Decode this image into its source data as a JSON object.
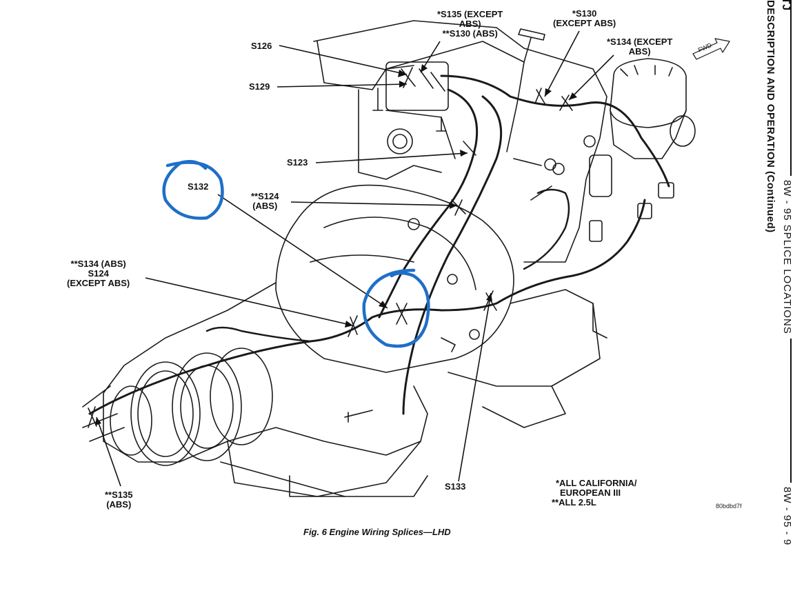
{
  "figure": {
    "caption": "Fig. 6 Engine Wiring Splices—LHD",
    "image_id_label": "80bdbd7f",
    "fwd_arrow_label": "FWD"
  },
  "callouts": {
    "s135_top": [
      "*S135 (EXCEPT",
      "ABS)",
      "**S130 (ABS)"
    ],
    "s130": [
      "*S130",
      "(EXCEPT ABS)"
    ],
    "s134_except": [
      "*S134 (EXCEPT",
      "ABS)"
    ],
    "s126": [
      "S126"
    ],
    "s129": [
      "S129"
    ],
    "s123": [
      "S123"
    ],
    "s132": [
      "S132"
    ],
    "s124_abs": [
      "**S124",
      "(ABS)"
    ],
    "s134_abs": [
      "**S134 (ABS)",
      "S124",
      "(EXCEPT ABS)"
    ],
    "s135_abs": [
      "**S135",
      "(ABS)"
    ],
    "s133": [
      "S133"
    ]
  },
  "legend_notes": [
    "*ALL CALIFORNIA/",
    "EUROPEAN III",
    "**ALL 2.5L"
  ],
  "running_header": {
    "corner": "TJ",
    "section_title": "DESCRIPTION AND OPERATION (Continued)",
    "chapter": "8W - 95 SPLICE LOCATIONS",
    "page_number": "8W - 95 - 9"
  },
  "annotation_color": "#1f6fc8"
}
